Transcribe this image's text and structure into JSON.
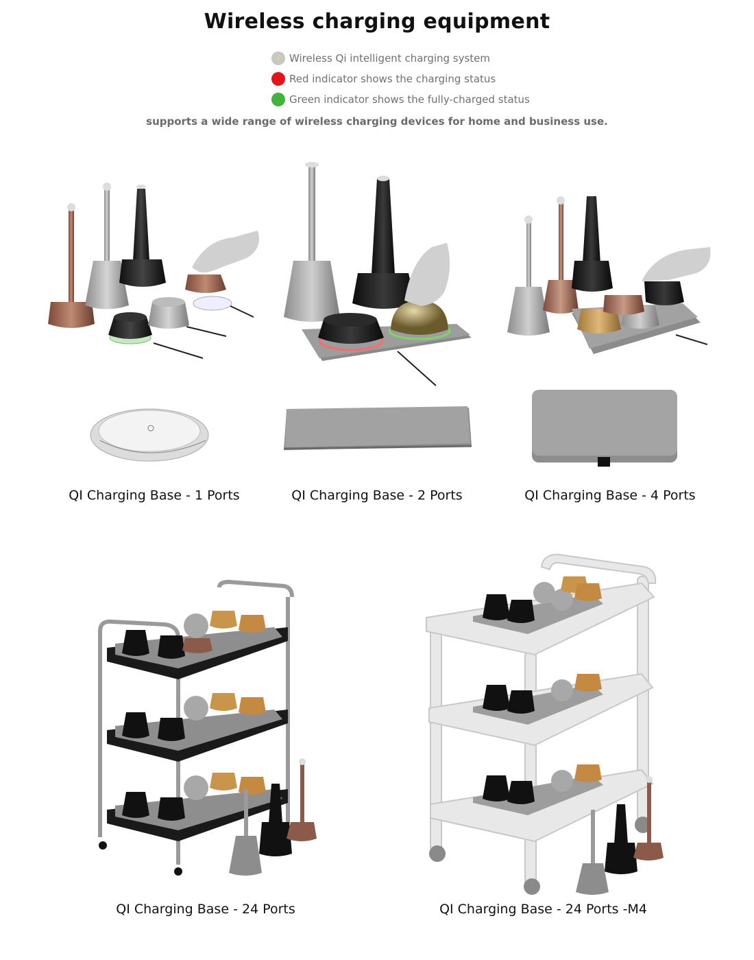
{
  "header": {
    "title": "Wireless charging equipment",
    "features": [
      {
        "text": "Wireless Qi intelligent charging system",
        "color": "#c7c7c7",
        "icon": "lightning-icon"
      },
      {
        "text": "Red indicator shows the charging status",
        "color": "#e4141c",
        "icon": "red-dot-icon"
      },
      {
        "text": "Green indicator shows the fully-charged status",
        "color": "#41b33a",
        "icon": "green-dot-icon"
      }
    ],
    "support": "supports a wide range of wireless charging devices for home and business use."
  },
  "products": [
    {
      "caption": "QI Charging Base - 1 Ports"
    },
    {
      "caption": "QI Charging Base - 2 Ports"
    },
    {
      "caption": "QI Charging Base - 4 Ports"
    },
    {
      "caption": "QI Charging Base - 24 Ports"
    },
    {
      "caption": "QI Charging Base - 24 Ports -M4"
    }
  ]
}
